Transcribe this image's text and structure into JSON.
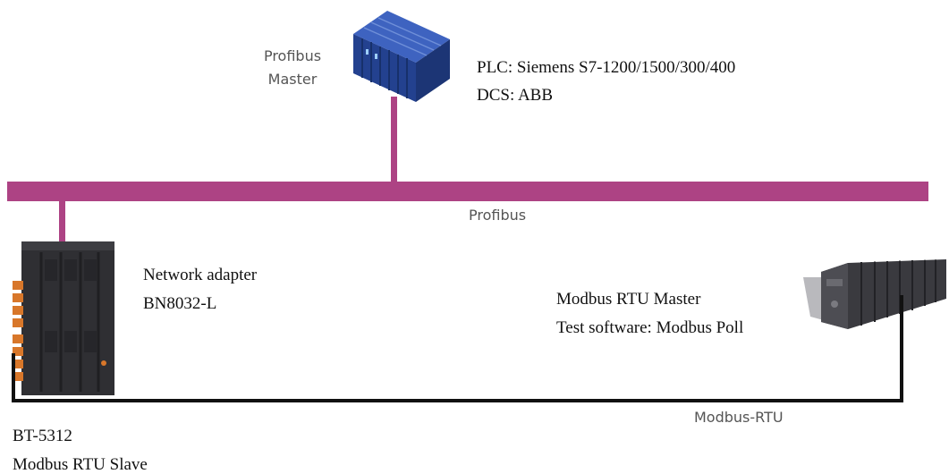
{
  "colors": {
    "profibus": "#ad4384",
    "modbus": "#111111",
    "plc_blue": "#2b4fa8",
    "module_dark": "#2f2f33",
    "terminal_orange": "#d8772a"
  },
  "master": {
    "label_line1": "Profibus",
    "label_line2": "Master",
    "info_line1": "PLC: Siemens S7-1200/1500/300/400",
    "info_line2": "DCS: ABB",
    "icon": "plc-rack-icon"
  },
  "bus": {
    "profibus_label": "Profibus",
    "modbus_label": "Modbus-RTU"
  },
  "adapter": {
    "line1": "Network adapter",
    "line2": "BN8032-L",
    "icon": "network-adapter-icon"
  },
  "slave": {
    "line1": "BT-5312",
    "line2": "Modbus RTU Slave"
  },
  "modbus_master": {
    "line1": "Modbus RTU Master",
    "line2": "Test software: Modbus Poll",
    "icon": "modbus-controller-rack-icon"
  }
}
